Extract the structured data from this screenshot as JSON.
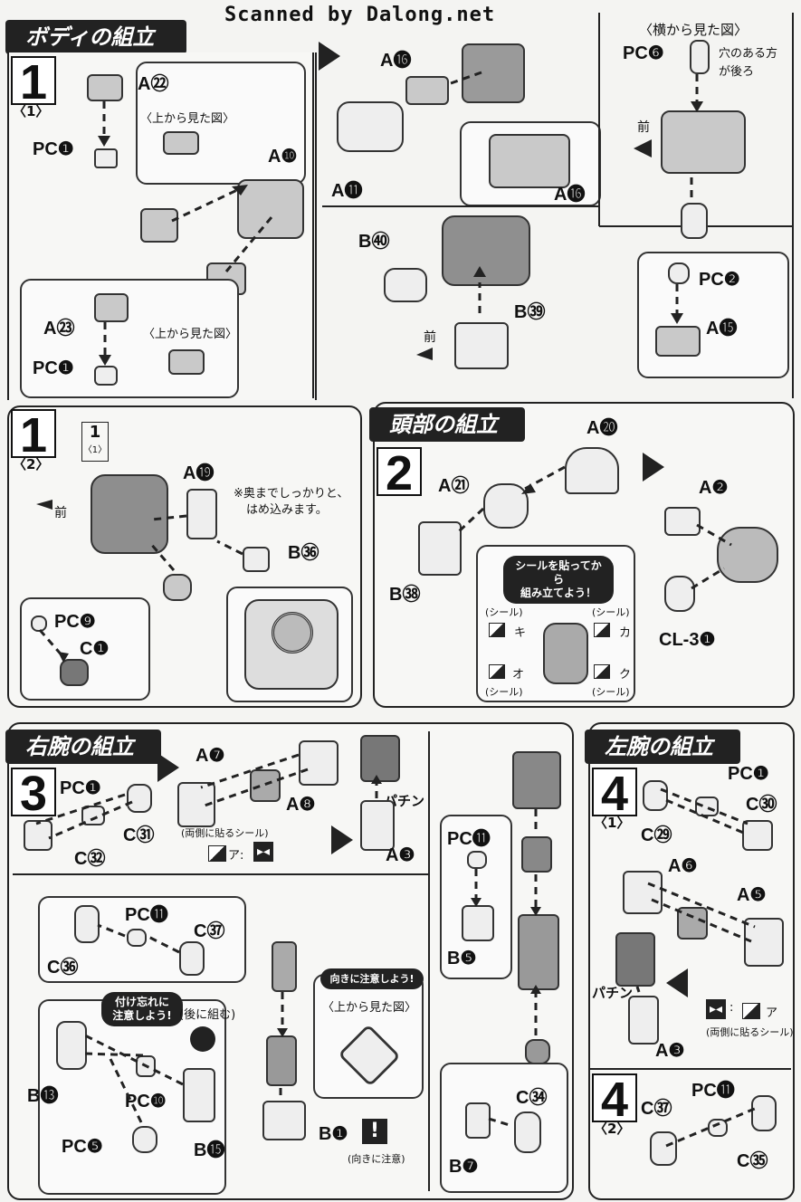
{
  "header": {
    "watermark": "Scanned by Dalong.net"
  },
  "sections": {
    "body": {
      "title": "ボディの組立"
    },
    "head": {
      "title": "頭部の組立"
    },
    "right_arm": {
      "title": "右腕の組立"
    },
    "left_arm": {
      "title": "左腕の組立"
    }
  },
  "steps": {
    "s1a": {
      "num": "1",
      "sub": "〈1〉"
    },
    "s1b": {
      "num": "1",
      "sub": "〈2〉",
      "ref_num": "1",
      "ref_sub": "〈1〉"
    },
    "s2": {
      "num": "2"
    },
    "s3": {
      "num": "3"
    },
    "s4a": {
      "num": "4",
      "sub": "〈1〉"
    },
    "s4b": {
      "num": "4",
      "sub": "〈2〉"
    }
  },
  "labels": {
    "top_view": "〈上から見た図〉",
    "side_view": "〈横から見た図〉",
    "hole_side": "穴のある方",
    "is_back": "が後ろ",
    "front": "前",
    "press_note_1": "※奥までしっかりと、",
    "press_note_2": "はめ込みます。",
    "sticker_badge_1": "シールを貼ってから",
    "sticker_badge_2": "組み立てよう！",
    "sticker": "(シール)",
    "both_sides_sticker": "(両側に貼るシール)",
    "pachin": "パチン",
    "forget_badge_1": "付け忘れに",
    "forget_badge_2": "注意しよう!",
    "assemble_later": "(後に組む)",
    "orientation_badge": "向きに注意しよう!",
    "orientation_note": "(向きに注意)",
    "sticker_ki": "キ",
    "sticker_ka": "カ",
    "sticker_o": "オ",
    "sticker_ku": "ク",
    "sticker_a": "ア",
    "sticker_a_colon": "ア:"
  },
  "parts": {
    "a22": "A㉒",
    "pc1": "PC❶",
    "a10": "A❿",
    "a23": "A㉓",
    "a16": "A⓰",
    "a11": "A⓫",
    "b40": "B㊵",
    "b39": "B㊴",
    "pc6": "PC❻",
    "pc2": "PC❷",
    "a15": "A⓯",
    "a19": "A⓳",
    "b36": "B㊱",
    "pc9": "PC❾",
    "c1": "C❶",
    "a20": "A⓴",
    "a21": "A㉑",
    "b38": "B㊳",
    "a2": "A❷",
    "cl3_1": "CL-3❶",
    "pc1b": "PC❶",
    "c31": "C㉛",
    "c32": "C㉜",
    "a7": "A❼",
    "a8": "A❽",
    "a3": "A❸",
    "pc11": "PC⓫",
    "b5": "B❺",
    "c36": "C㊱",
    "c37": "C㊲",
    "b13": "B⓭",
    "pc10": "PC❿",
    "pc5": "PC❺",
    "b15": "B⓯",
    "b1": "B❶",
    "b7": "B❼",
    "c34": "C㉞",
    "pc1c": "PC❶",
    "c30": "C㉚",
    "c29": "C㉙",
    "a6": "A❻",
    "a5": "A❺",
    "a3b": "A❸",
    "c37b": "C㊲",
    "pc11b": "PC⓫",
    "c35": "C㉟"
  },
  "colors": {
    "ink": "#111111",
    "paper": "#f4f4f2",
    "part_gray": "#c9c9c9",
    "banner": "#222222"
  }
}
